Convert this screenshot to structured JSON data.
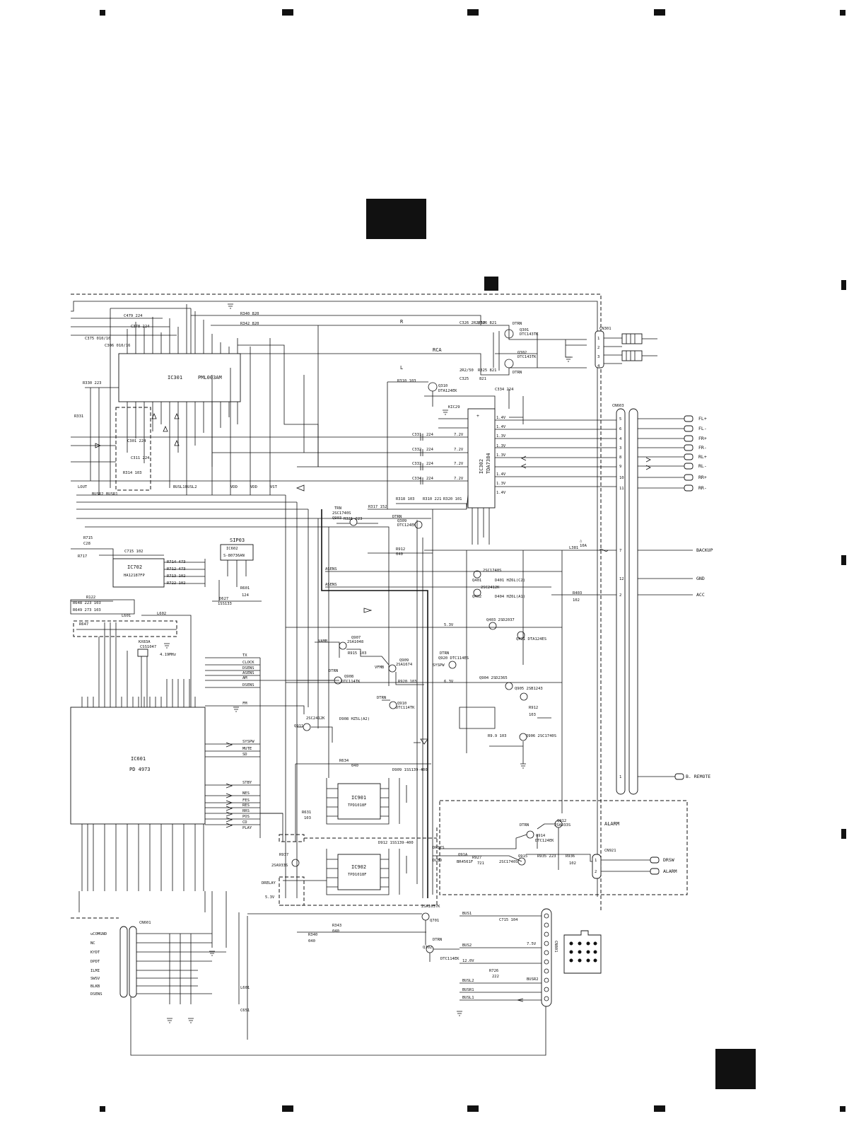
{
  "chips": {
    "ic301": {
      "ref": "IC301",
      "part": "PML003AM"
    },
    "ic302": {
      "ref": "IC302",
      "part": "TDA7384"
    },
    "ic601": {
      "ref": "IC601",
      "part": "PD 4973"
    },
    "ic702": {
      "ref": "IC702",
      "part": "HA12187FP"
    },
    "ic901": {
      "ref": "IC901",
      "part": "TPD1018F"
    },
    "ic902": {
      "ref": "IC902",
      "part": "TPD1018F"
    },
    "sip03": {
      "ref": "SIP03",
      "sub": "IC602",
      "part": "S-80736AN"
    }
  },
  "connectors": {
    "cn301": {
      "ref": "CN301",
      "label": "RCA",
      "pins": [
        "1",
        "2",
        "3",
        "4"
      ]
    },
    "cn603": {
      "ref": "CN603"
    },
    "cn921": {
      "ref": "CN921",
      "pins": [
        "1",
        "2"
      ]
    },
    "cn601": {
      "ref": "CN601"
    },
    "cn801": {
      "ref": "CN801"
    }
  },
  "speaker_outputs": [
    {
      "pin": "5",
      "name": "FL+"
    },
    {
      "pin": "6",
      "name": "FL-"
    },
    {
      "pin": "4",
      "name": "FR+"
    },
    {
      "pin": "3",
      "name": "FR-"
    },
    {
      "pin": "8",
      "name": "RL+"
    },
    {
      "pin": "9",
      "name": "RL-"
    },
    {
      "pin": "10",
      "name": "RR+"
    },
    {
      "pin": "11",
      "name": "RR-"
    }
  ],
  "power_rails": [
    {
      "pin": "7",
      "name": "BACKUP"
    },
    {
      "pin": "12",
      "name": "GND"
    },
    {
      "pin": "2",
      "name": "ACC"
    },
    {
      "pin": "1",
      "name": "B. REMOTE"
    }
  ],
  "alarm": {
    "title": "ALARM",
    "outputs": [
      "DRSW",
      "ALARM"
    ]
  },
  "cn601_signals": [
    "uCOMGND",
    "NC",
    "KYDT",
    "DPDT",
    "ILMI",
    "SWSV",
    "BLKB",
    "DSENS"
  ],
  "ic601_right_signals": [
    "TX",
    "CLOCK",
    "DSENS",
    "ASENS",
    "AM",
    "DSENS",
    "FM",
    "SYSPW",
    "MUTE",
    "SD",
    "STBY",
    "NES",
    "FES",
    "RES",
    "RRS",
    "POS",
    "CD",
    "PLAY"
  ],
  "ic301_channel_labels": {
    "right": "R",
    "left": "L"
  },
  "ic302_pin_voltages": [
    "1.4V",
    "1.4V",
    "1.3V",
    "1.3V",
    "1.3V",
    "1.4V",
    "1.3V",
    "1.4V"
  ],
  "amp_caps": [
    {
      "ref": "C331",
      "value": "224",
      "volt": "7.2V"
    },
    {
      "ref": "C332",
      "value": "224",
      "volt": "7.2V"
    },
    {
      "ref": "C333",
      "value": "224",
      "volt": "7.2V"
    },
    {
      "ref": "C334",
      "value": "224",
      "volt": "7.2V"
    }
  ],
  "transistors": [
    {
      "ref": "Q301",
      "part": "DTC143TK"
    },
    {
      "ref": "Q302",
      "part": "DTC143TK"
    },
    {
      "ref": "Q310",
      "part": "DTA124EK"
    },
    {
      "ref": "Q907",
      "part": "2SA1048"
    },
    {
      "ref": "Q909",
      "part": "2SA1674"
    },
    {
      "ref": "Q908",
      "part": "DTC114TK"
    },
    {
      "ref": "Q910",
      "part": "DTC114TK"
    },
    {
      "ref": "Q911",
      "part": "2SC2412K"
    },
    {
      "ref": "Q914",
      "part": "DTC124EK"
    },
    {
      "ref": "Q915",
      "part": "2SC1740S"
    },
    {
      "ref": "Q701",
      "part": "2SA1037K"
    },
    {
      "ref": "Q702",
      "part": "DTC114EK"
    }
  ],
  "net_labels": [
    "DTRN",
    "TRN",
    "VAMB",
    "VFMB",
    "6.3V",
    "5.3V",
    "7.5V",
    "12.0V",
    "BUSL1",
    "BUSL2",
    "BUSR1",
    "BUSR2",
    "BUS1",
    "BUS2",
    "SYSPW",
    "DRELAY",
    "KX83A"
  ],
  "fuse": {
    "ref": "L381",
    "value": "10A"
  }
}
